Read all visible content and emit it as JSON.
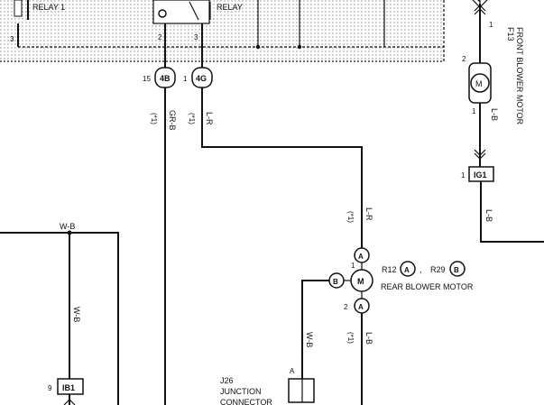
{
  "relay1": "RELAY 1",
  "relay2": "RELAY",
  "pin3a": "3",
  "pin2": "2",
  "pin3b": "3",
  "conn4b_pin": "15",
  "conn4b": "4B",
  "conn4g_pin": "1",
  "conn4g": "4G",
  "star": "(*1)",
  "gr_b": "GR-B",
  "l_r": "L-R",
  "f13_id": "F13",
  "f13_name": "FRONT BLOWER MOTOR",
  "f13_pin1_top": "1",
  "f13_pin2": "2",
  "f13_pin1_bot": "1",
  "motor": "M",
  "l_b": "L-B",
  "ig1_pin": "1",
  "ig1": "IG1",
  "w_b": "W-B",
  "ib1_pin": "9",
  "ib1": "IB1",
  "r12": "R12",
  "r29": "R29",
  "A": "A",
  "B": "B",
  "rear_motor": "REAR BLOWER MOTOR",
  "rm_pin1": "1",
  "rm_pin2": "2",
  "j26_id": "J26",
  "j26_line1": "JUNCTION",
  "j26_line2": "CONNECTOR",
  "j26_pin": "A",
  "comma": ","
}
